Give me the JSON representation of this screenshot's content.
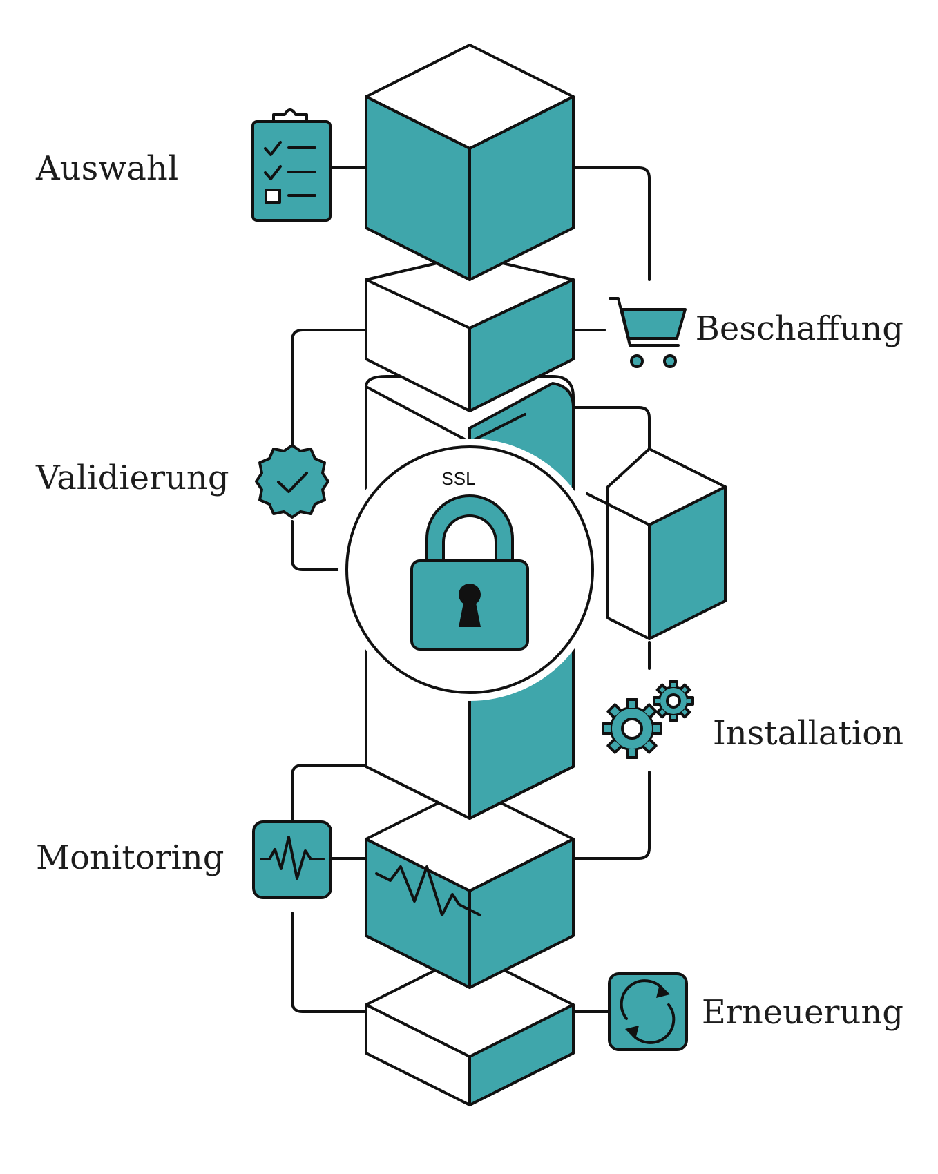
{
  "title": "SSL certificate lifecycle",
  "center": {
    "label": "SSL",
    "icon": "padlock-icon"
  },
  "colors": {
    "accent": "#3fa6ab",
    "outline": "#111111",
    "text": "#1c1c1c",
    "background": "#ffffff"
  },
  "steps": [
    {
      "label": "Auswahl",
      "icon": "clipboard-checklist-icon",
      "side": "left"
    },
    {
      "label": "Beschaffung",
      "icon": "shopping-cart-icon",
      "side": "right"
    },
    {
      "label": "Validierung",
      "icon": "verified-badge-icon",
      "side": "left"
    },
    {
      "label": "Installation",
      "icon": "gears-icon",
      "side": "right"
    },
    {
      "label": "Monitoring",
      "icon": "heartbeat-monitor-icon",
      "side": "left"
    },
    {
      "label": "Erneuerung",
      "icon": "refresh-icon",
      "side": "right"
    }
  ]
}
